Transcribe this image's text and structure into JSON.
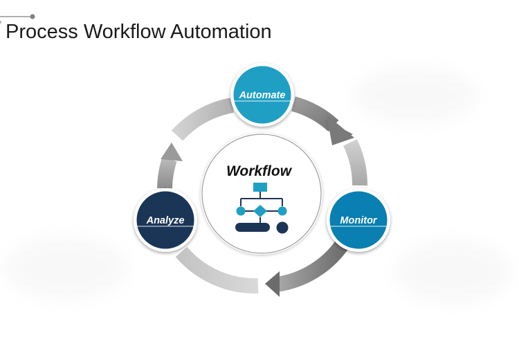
{
  "slide": {
    "title": "Process Workflow Automation"
  },
  "diagram": {
    "center_label": "Workflow",
    "center_icon": "flowchart-icon",
    "nodes": [
      {
        "id": "automate",
        "label": "Automate",
        "color": "#1f9fc4"
      },
      {
        "id": "monitor",
        "label": "Monitor",
        "color": "#0a7fb1"
      },
      {
        "id": "analyze",
        "label": "Analyze",
        "color": "#1b3557"
      }
    ],
    "colors": {
      "ring_light": "#c8c8c8",
      "ring_dark": "#7a7a7a",
      "icon_teal": "#1f9fc4",
      "icon_navy": "#1b3557"
    }
  }
}
